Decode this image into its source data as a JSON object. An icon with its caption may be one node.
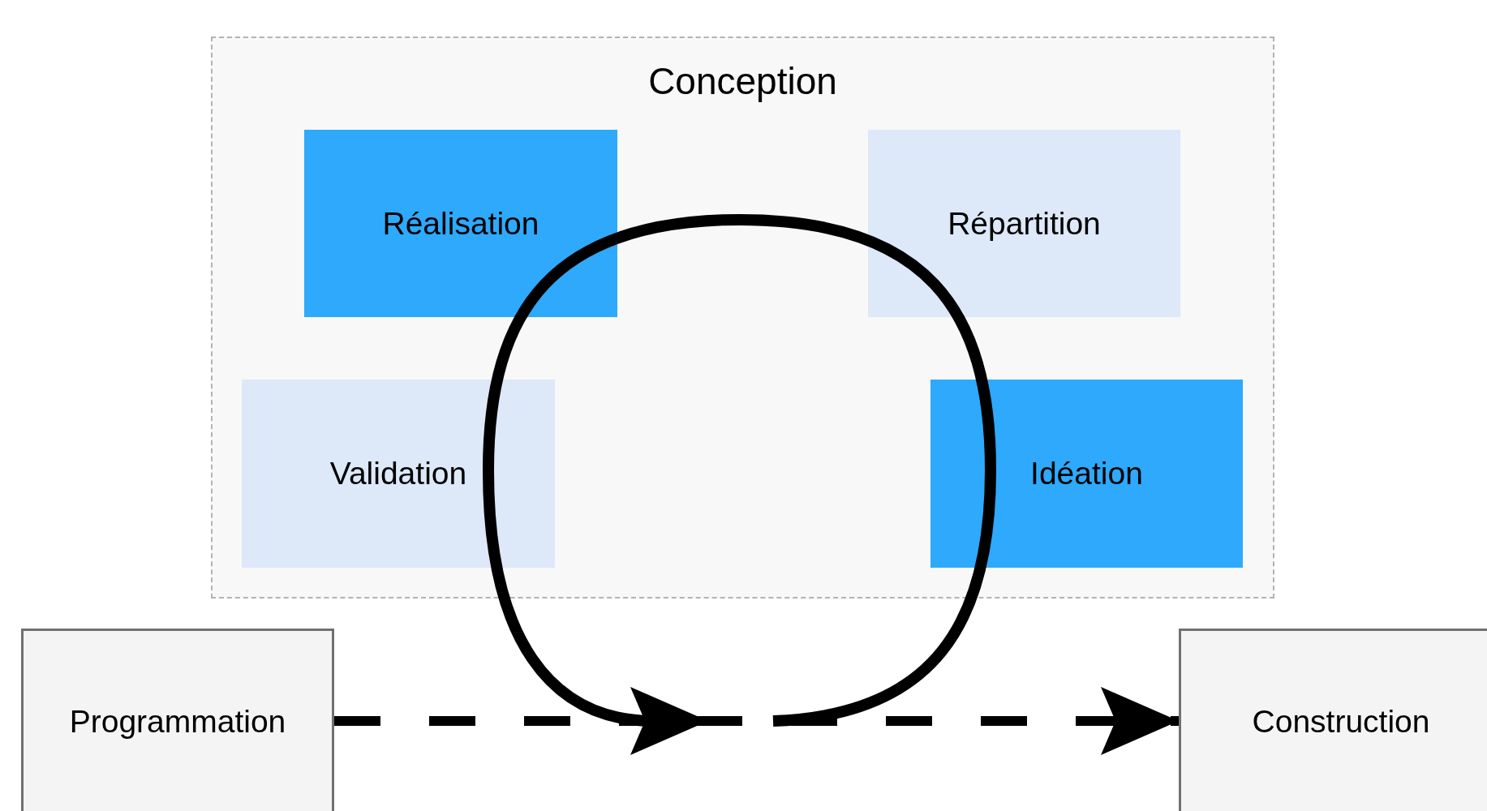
{
  "diagram": {
    "nodes": [
      {
        "text": [
          "Conception"
        ]
      },
      {
        "text": [
          "Réalisation"
        ],
        "in": 0
      },
      {
        "text": [
          "Répartition"
        ],
        "in": 0
      },
      {
        "text": [
          "Validation"
        ],
        "in": 0
      },
      {
        "text": [
          "Idéation"
        ],
        "in": 0
      },
      {
        "text": [
          "Programmation"
        ]
      },
      {
        "text": [
          "Construction"
        ]
      }
    ],
    "edges": [
      {
        "from": 5,
        "to": 6,
        "arrow": "to",
        "style": "dashed"
      }
    ]
  }
}
